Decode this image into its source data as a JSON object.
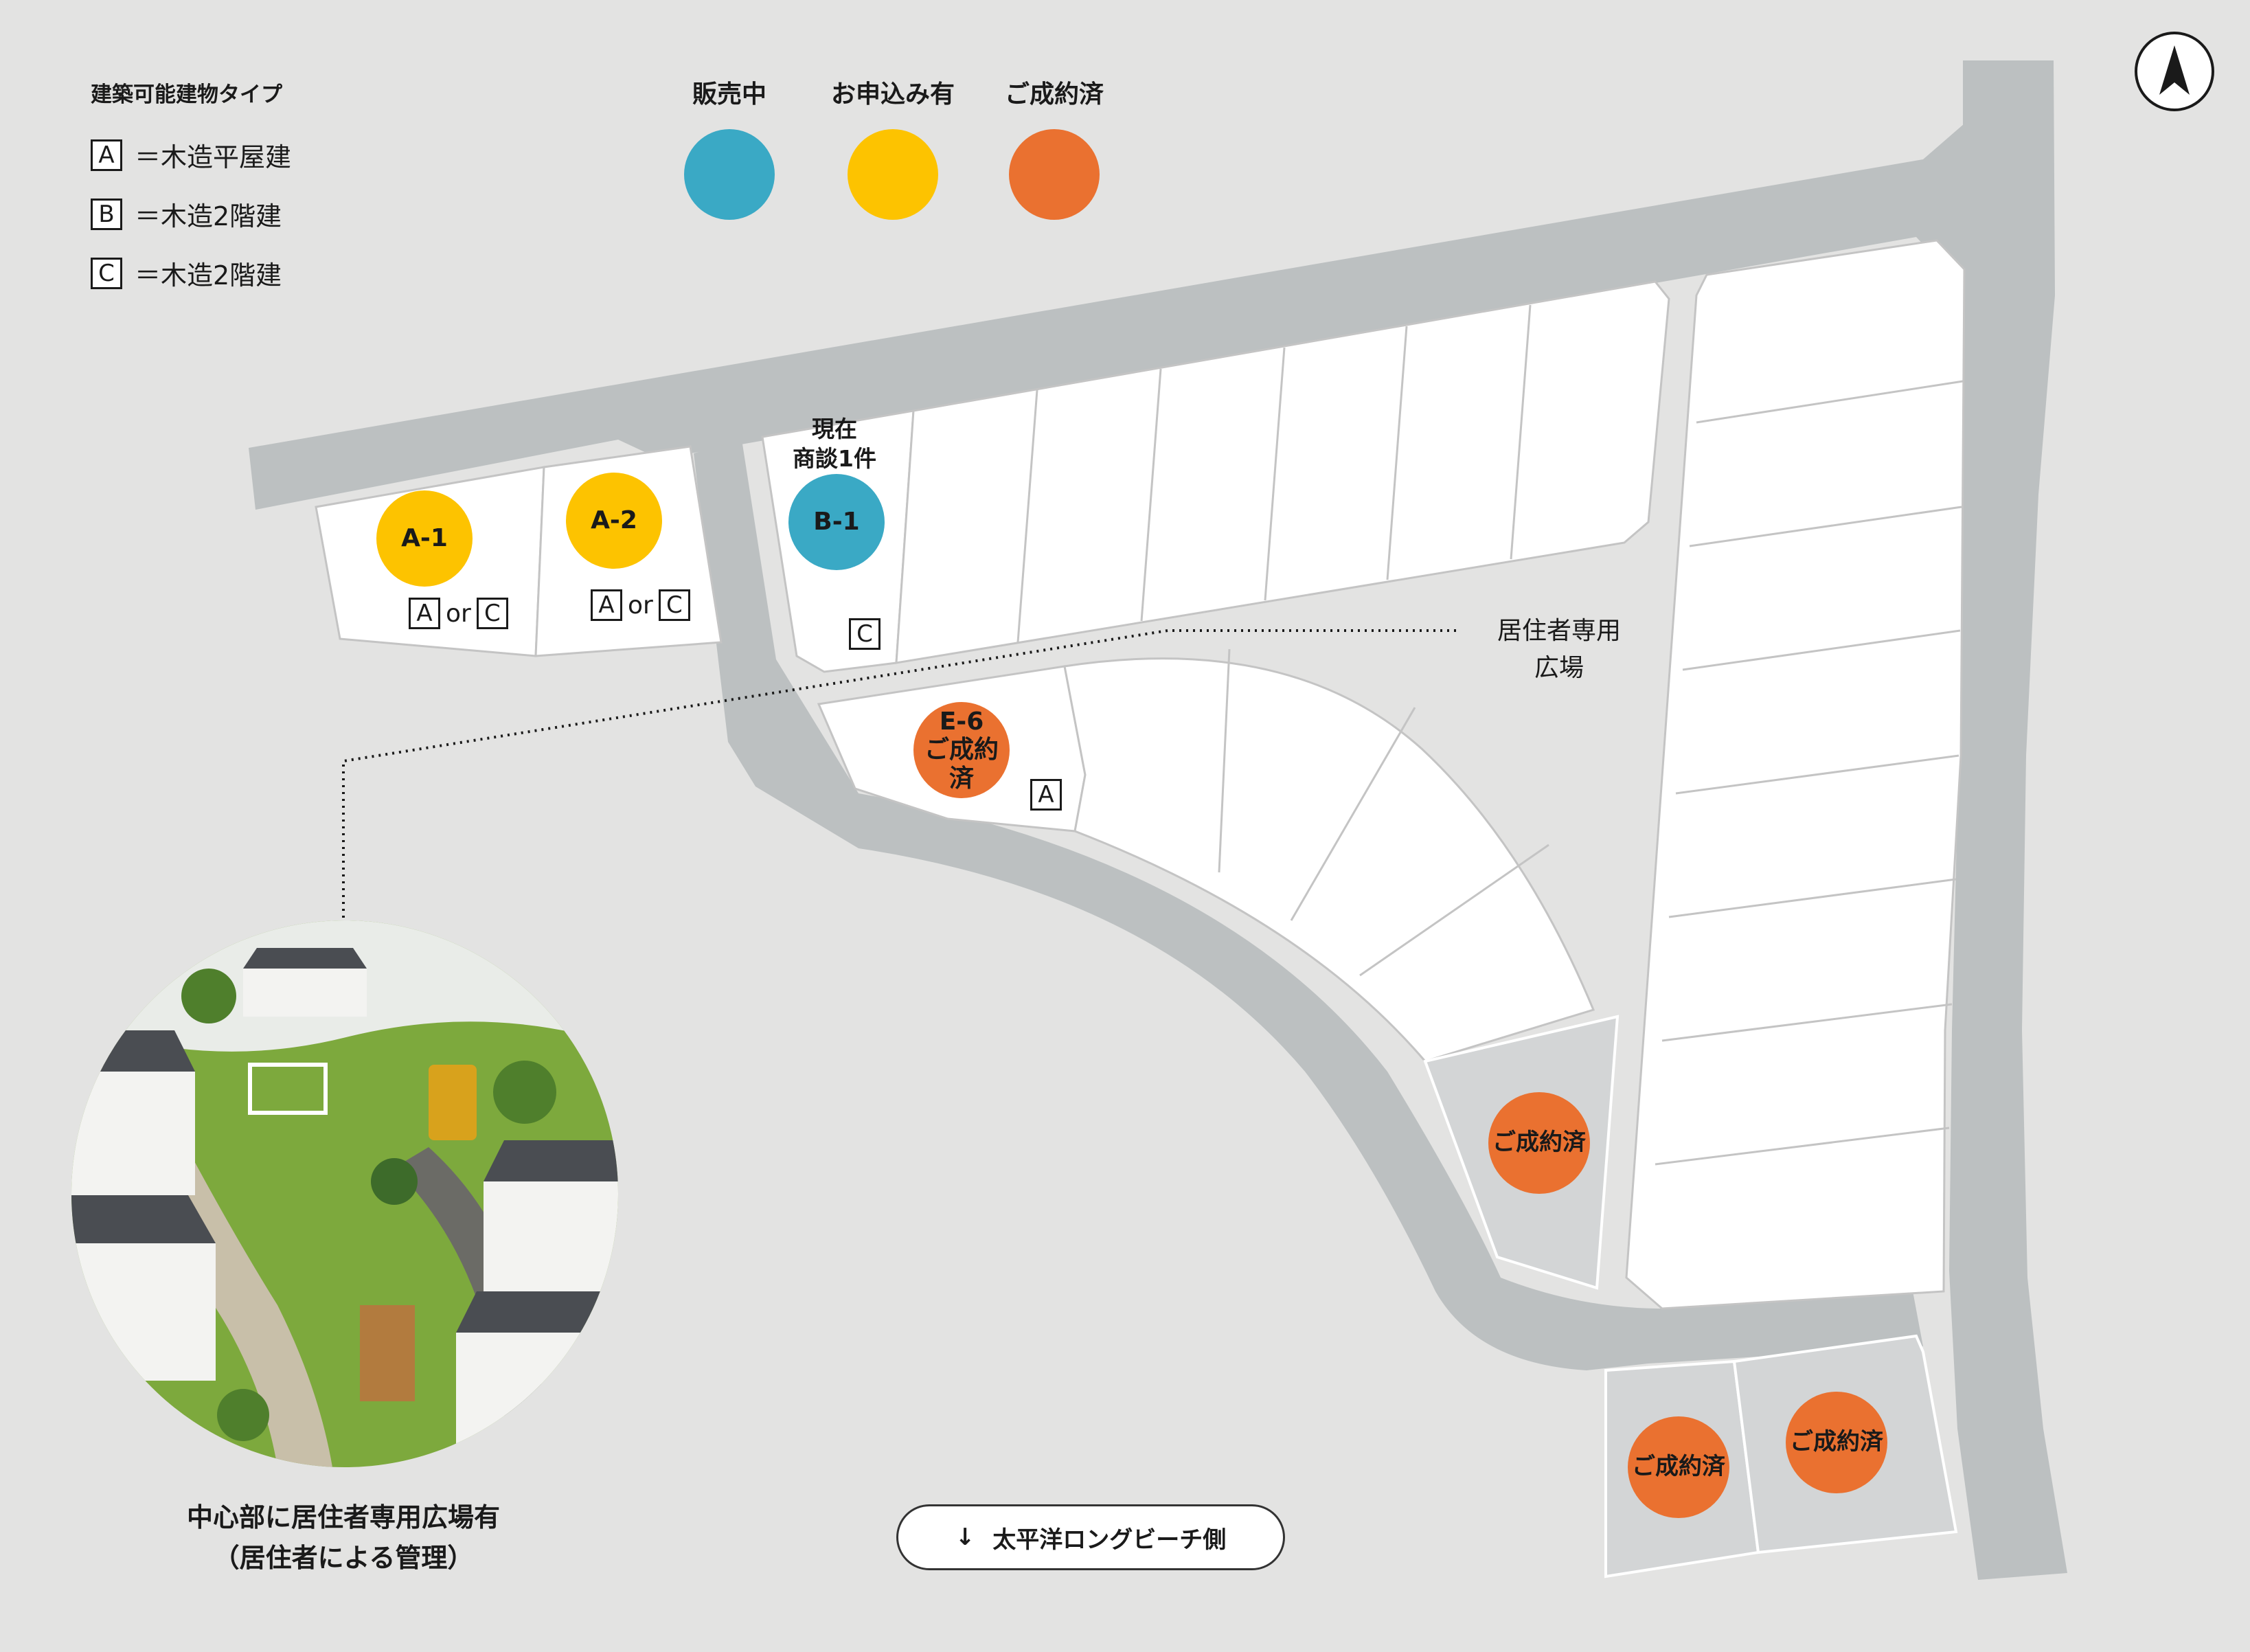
{
  "legend": {
    "title": "建築可能建物タイプ",
    "types": [
      {
        "letter": "A",
        "desc": "＝木造平屋建"
      },
      {
        "letter": "B",
        "desc": "＝木造2階建"
      },
      {
        "letter": "C",
        "desc": "＝木造2階建"
      }
    ]
  },
  "status": [
    {
      "label": "販売中",
      "color": "#3aa9c5"
    },
    {
      "label": "お申込み有",
      "color": "#fdc300"
    },
    {
      "label": "ご成約済",
      "color": "#ea7130"
    }
  ],
  "lots": [
    {
      "id": "A-1",
      "status": "applied",
      "types": [
        "A",
        "C"
      ]
    },
    {
      "id": "A-2",
      "status": "applied",
      "types": [
        "A",
        "C"
      ]
    },
    {
      "id": "B-1",
      "status": "on-sale",
      "note": "現在\n商談1件",
      "types": [
        "C"
      ]
    },
    {
      "id": "E-6",
      "status": "contracted",
      "label": "ご成約済",
      "types": [
        "A"
      ]
    },
    {
      "id": "",
      "status": "contracted",
      "label": "ご成約済"
    },
    {
      "id": "",
      "status": "contracted",
      "label": "ご成約済"
    },
    {
      "id": "",
      "status": "contracted",
      "label": "ご成約済"
    }
  ],
  "or_text": "or",
  "plaza_label": "居住者専用\n広場",
  "photo_caption": "中心部に居住者専用広場有\n（居住者による管理）",
  "direction": {
    "arrow": "↓",
    "text": "太平洋ロングビーチ側"
  },
  "compass": {
    "icon": "north-arrow-icon"
  },
  "colors": {
    "road": "#bcc0c1",
    "lot": "#ffffff",
    "lot_sold": "#d3d5d6",
    "background": "#e3e3e2"
  }
}
